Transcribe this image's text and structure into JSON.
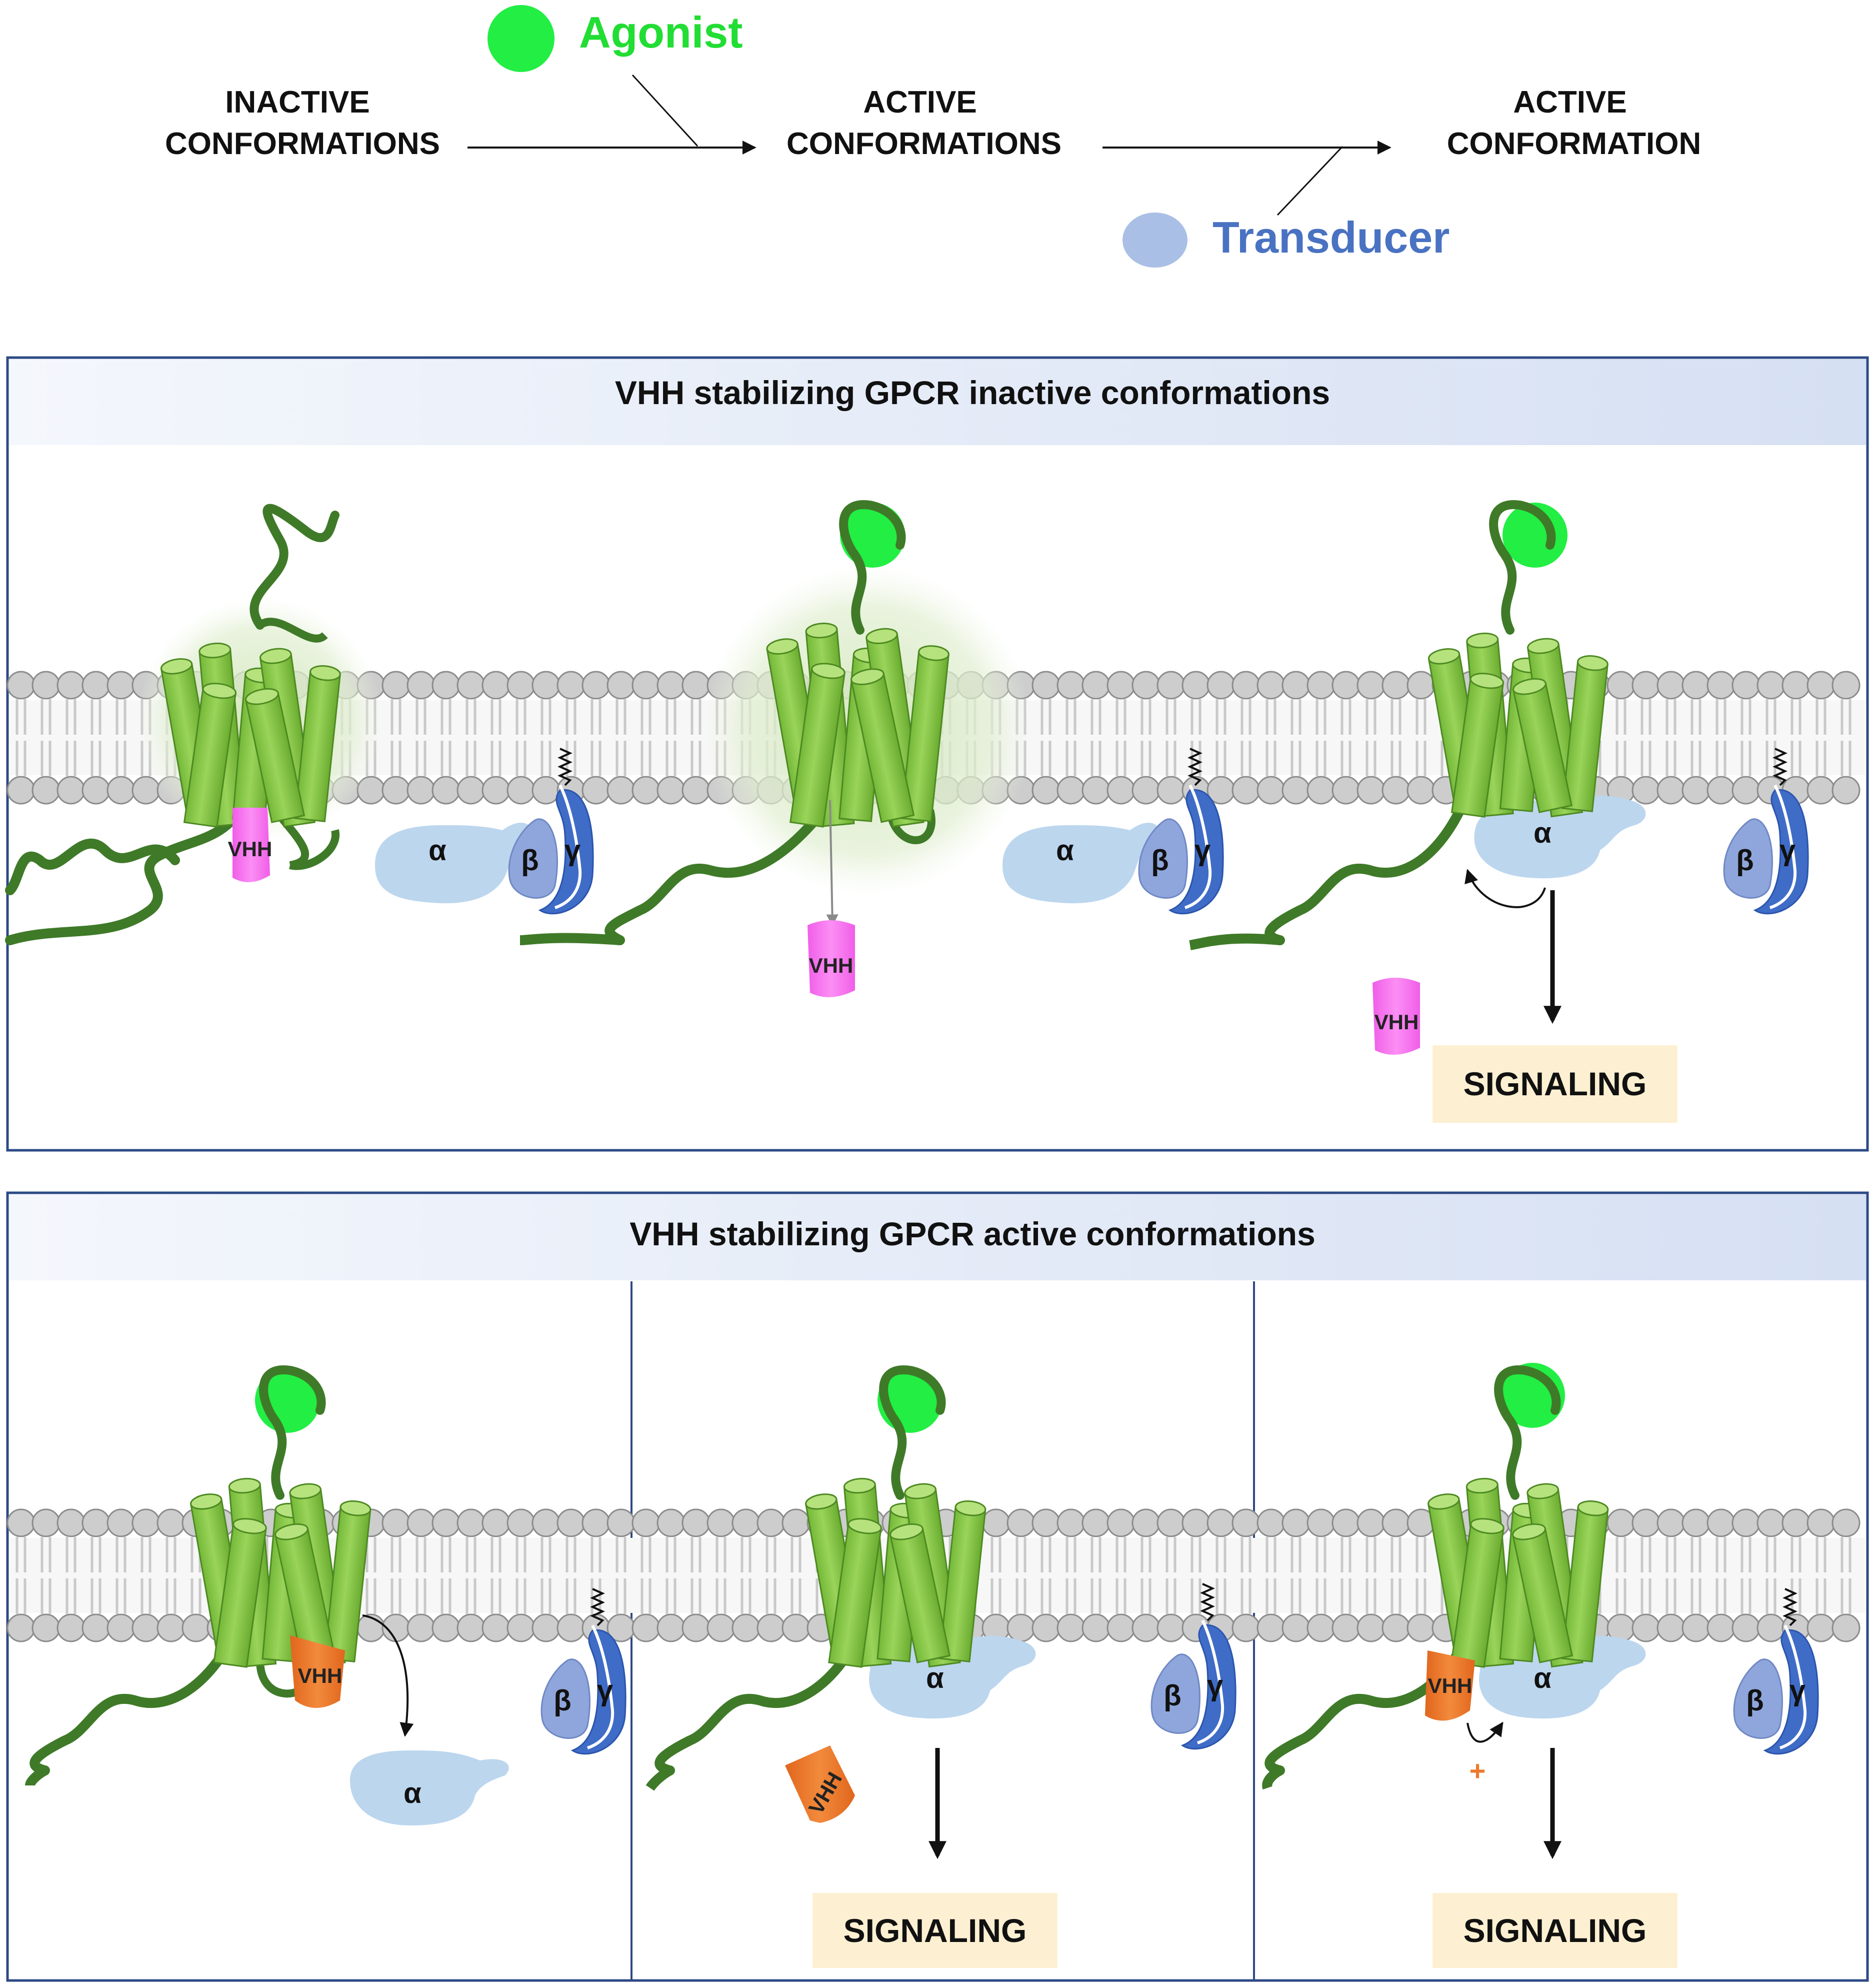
{
  "scheme": {
    "state1": [
      "INACTIVE",
      "CONFORMATIONS"
    ],
    "state2": [
      "ACTIVE",
      "CONFORMATIONS"
    ],
    "state3": [
      "ACTIVE",
      "CONFORMATION"
    ],
    "agonist_label": "Agonist",
    "transducer_label": "Transducer"
  },
  "panel_inactive": {
    "title": "VHH stabilizing GPCR inactive conformations"
  },
  "panel_active": {
    "title": "VHH stabilizing GPCR active conformations"
  },
  "labels": {
    "vhh": "VHH",
    "alpha": "α",
    "beta": "β",
    "gamma": "γ",
    "signaling": "SIGNALING",
    "plus": "+"
  },
  "colors": {
    "agonist": "#22ee44",
    "transducer": "#a9bfe6",
    "receptor": "#8ccc4a",
    "loop": "#3f7a28",
    "vhh_inactive": "#f77af0",
    "vhh_active": "#ed7a2a",
    "alpha": "#bcd6ee",
    "beta": "#8fa6dc",
    "gamma": "#3f6cc6",
    "signaling_box": "#fdf0d2",
    "panel_header": "#dfe7f6",
    "frame": "#2d4a86"
  }
}
